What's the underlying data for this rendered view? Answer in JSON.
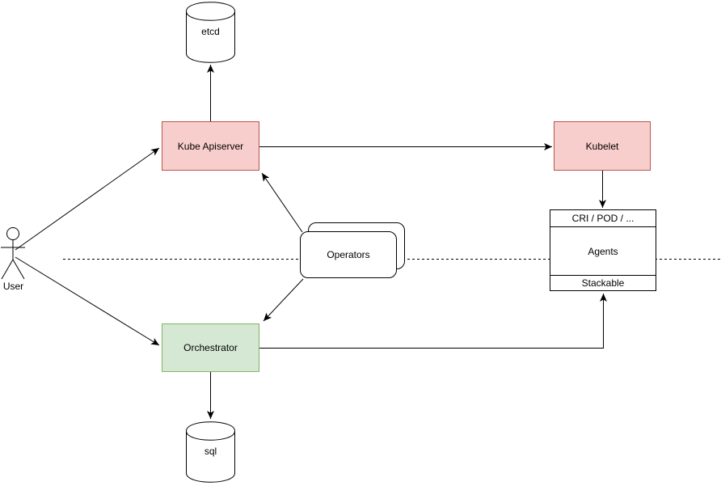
{
  "diagram": {
    "nodes": {
      "user": {
        "label": "User",
        "shape": "actor"
      },
      "etcd_db": {
        "label": "etcd",
        "shape": "cylinder"
      },
      "kube_apiserver": {
        "label": "Kube Apiserver",
        "shape": "rect",
        "fill": "#f8cecc",
        "stroke": "#b85450"
      },
      "kubelet": {
        "label": "Kubelet",
        "shape": "rect",
        "fill": "#f8cecc",
        "stroke": "#b85450"
      },
      "operators": {
        "label": "Operators",
        "shape": "stacked-rounded-rect"
      },
      "orchestrator": {
        "label": "Orchestrator",
        "shape": "rect",
        "fill": "#d5e8d4",
        "stroke": "#82b366"
      },
      "node_stack": {
        "shape": "stack",
        "sections": [
          "CRI / POD / ...",
          "Agents",
          "Stackable"
        ]
      },
      "sql_db": {
        "label": "sql",
        "shape": "cylinder"
      }
    },
    "edges": [
      {
        "from": "user",
        "to": "kube_apiserver",
        "arrow": "end"
      },
      {
        "from": "user",
        "to": "orchestrator",
        "arrow": "end"
      },
      {
        "from": "kube_apiserver",
        "to": "etcd_db",
        "arrow": "end"
      },
      {
        "from": "kube_apiserver",
        "to": "kubelet",
        "arrow": "end"
      },
      {
        "from": "operators",
        "to": "kube_apiserver",
        "arrow": "end"
      },
      {
        "from": "operators",
        "to": "orchestrator",
        "arrow": "end"
      },
      {
        "from": "kubelet",
        "to": "node_stack",
        "arrow": "end",
        "target_section": "CRI / POD / ..."
      },
      {
        "from": "orchestrator",
        "to": "node_stack",
        "arrow": "end",
        "target_section": "Stackable"
      },
      {
        "from": "orchestrator",
        "to": "sql_db",
        "arrow": "end"
      }
    ],
    "separator": {
      "style": "dashed",
      "orientation": "horizontal"
    },
    "colors": {
      "node_red_fill": "#f8cecc",
      "node_red_stroke": "#b85450",
      "node_green_fill": "#d5e8d4",
      "node_green_stroke": "#82b366",
      "line_color": "#000000",
      "canvas_bg": "#ffffff",
      "text_color": "#000000"
    }
  }
}
